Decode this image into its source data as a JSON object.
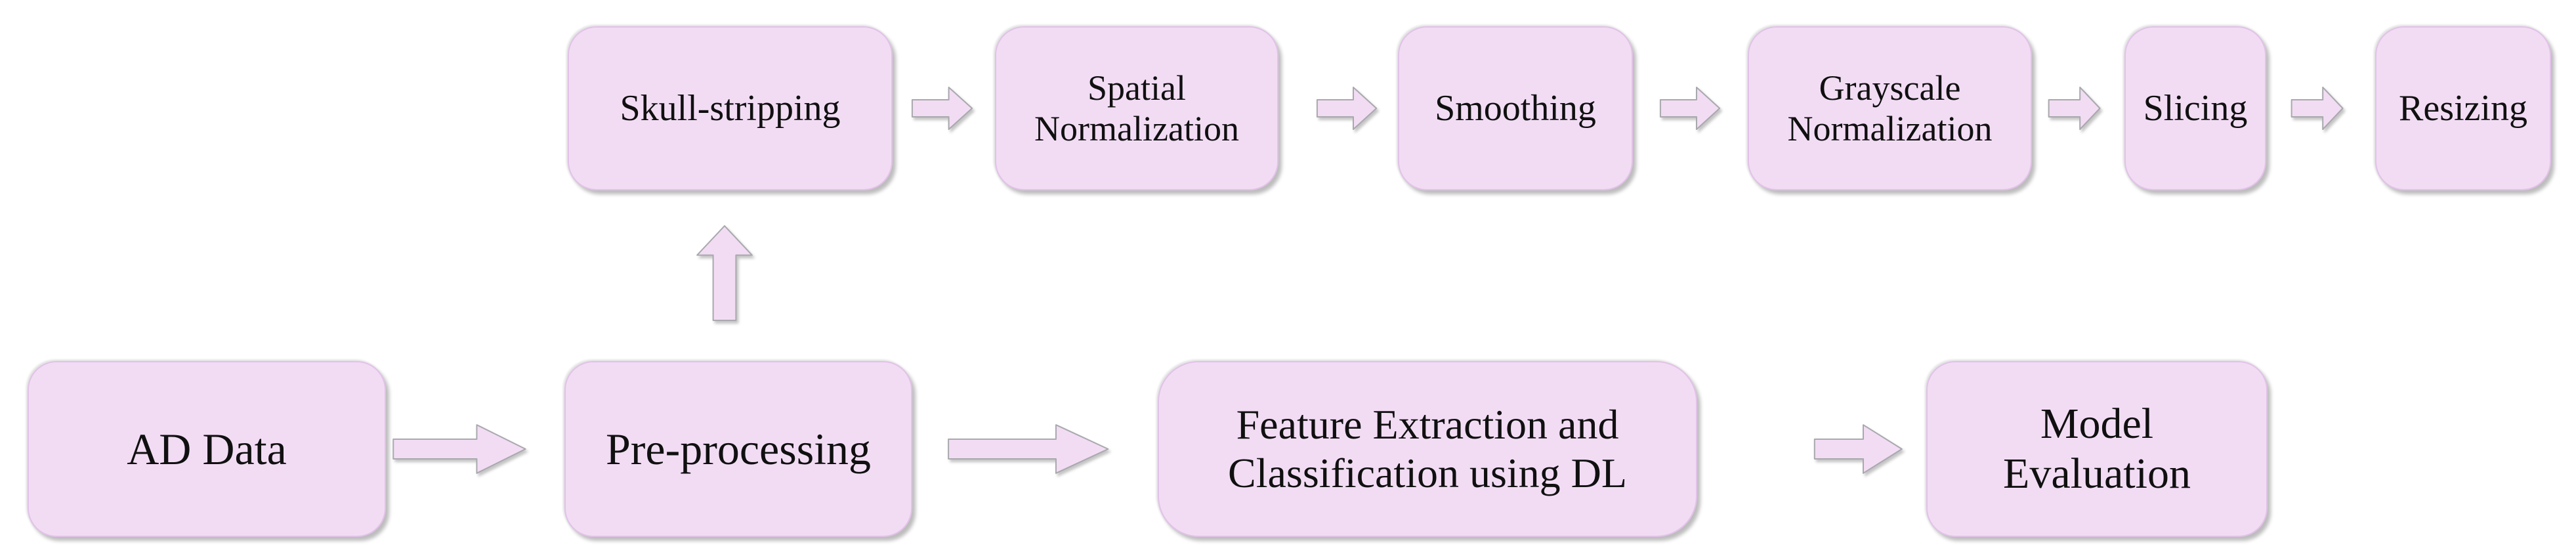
{
  "diagram": {
    "type": "flowchart",
    "colors": {
      "background": "#ffffff",
      "node_fill": "#f2dcf4",
      "node_border": "#e2c2e8",
      "arrow_fill": "#f2dcf4",
      "arrow_stroke": "#a9a9ad",
      "text": "#101010",
      "shadow": "#bdbdbd"
    },
    "nodes": [
      {
        "id": "skull-stripping",
        "label": "Skull-stripping"
      },
      {
        "id": "spatial-normalization",
        "label": "Spatial\nNormalization"
      },
      {
        "id": "smoothing",
        "label": "Smoothing"
      },
      {
        "id": "grayscale-normalization",
        "label": "Grayscale\nNormalization"
      },
      {
        "id": "slicing",
        "label": "Slicing"
      },
      {
        "id": "resizing",
        "label": "Resizing"
      },
      {
        "id": "ad-data",
        "label": "AD Data"
      },
      {
        "id": "pre-processing",
        "label": "Pre-processing"
      },
      {
        "id": "feature-extraction-classification",
        "label": "Feature Extraction and\nClassification using DL"
      },
      {
        "id": "model-evaluation",
        "label": "Model\nEvaluation"
      }
    ],
    "edges": [
      {
        "from": "ad-data",
        "to": "pre-processing",
        "direction": "right"
      },
      {
        "from": "pre-processing",
        "to": "skull-stripping",
        "direction": "up"
      },
      {
        "from": "skull-stripping",
        "to": "spatial-normalization",
        "direction": "right"
      },
      {
        "from": "spatial-normalization",
        "to": "smoothing",
        "direction": "right"
      },
      {
        "from": "smoothing",
        "to": "grayscale-normalization",
        "direction": "right"
      },
      {
        "from": "grayscale-normalization",
        "to": "slicing",
        "direction": "right"
      },
      {
        "from": "slicing",
        "to": "resizing",
        "direction": "right"
      },
      {
        "from": "pre-processing",
        "to": "feature-extraction-classification",
        "direction": "right"
      },
      {
        "from": "feature-extraction-classification",
        "to": "model-evaluation",
        "direction": "right"
      }
    ]
  }
}
